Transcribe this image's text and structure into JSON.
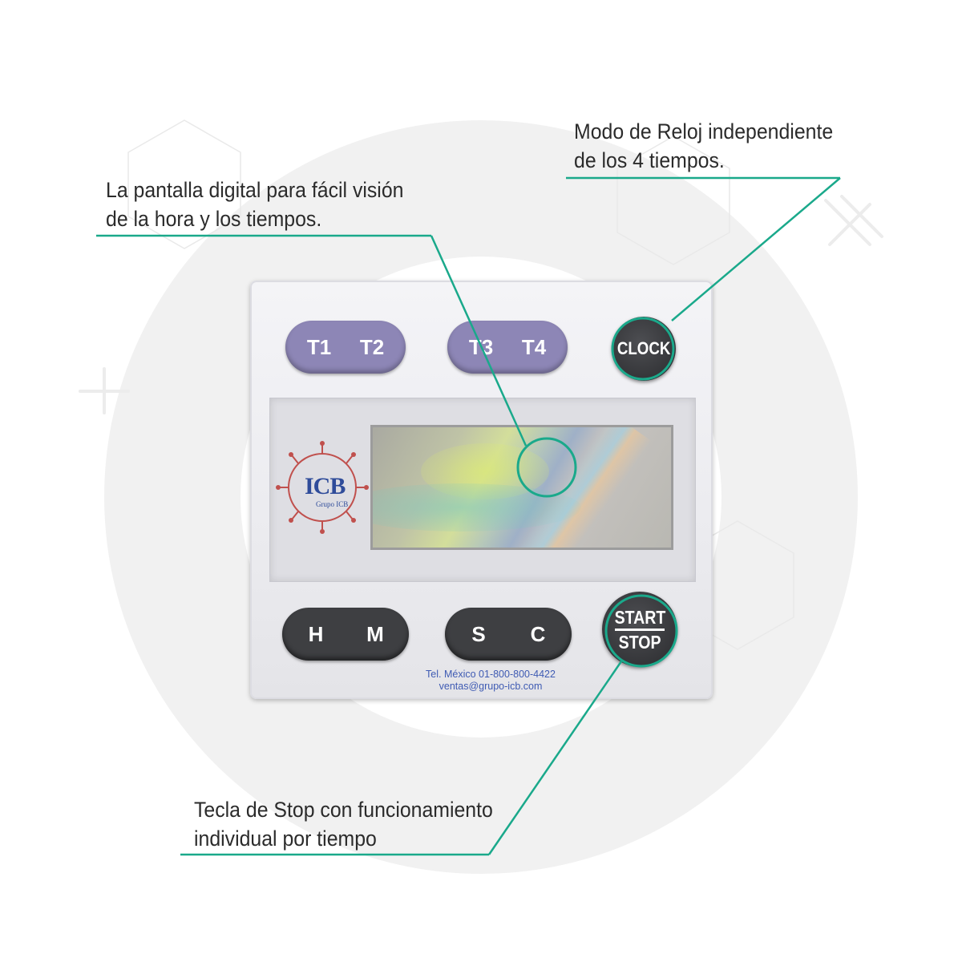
{
  "callouts": {
    "clock": {
      "line1": "Modo de Reloj independiente",
      "line2": "de los 4 tiempos."
    },
    "display": {
      "line1": "La pantalla digital para fácil visión",
      "line2": "de la hora y los tiempos."
    },
    "stop": {
      "line1": "Tecla de Stop con funcionamiento",
      "line2": "individual por tiempo"
    }
  },
  "device": {
    "top_buttons": {
      "t1": "T1",
      "t2": "T2",
      "t3": "T3",
      "t4": "T4",
      "clock": "CLOCK"
    },
    "bottom_buttons": {
      "h": "H",
      "m": "M",
      "s": "S",
      "c": "C",
      "start": "START",
      "stop": "STOP"
    },
    "logo": {
      "name": "ICB",
      "sub": "Grupo ICB"
    },
    "contact": {
      "phone": "Tel. México 01-800-800-4422",
      "email": "ventas@grupo-icb.com"
    }
  },
  "colors": {
    "accent": "#1aa98b",
    "purple_buttons": "#8d86b6",
    "dark_buttons": "#3e3f42",
    "text": "#2b2b2b"
  }
}
